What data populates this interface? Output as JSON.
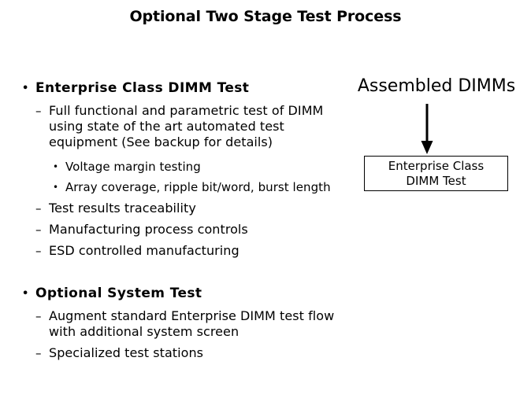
{
  "slide": {
    "title": "Optional Two Stage Test Process",
    "background_color": "#ffffff",
    "text_color": "#000000"
  },
  "bullets": {
    "markers": {
      "level1": "•",
      "level2": "–",
      "level3": "•"
    },
    "items": [
      {
        "level": 1,
        "text": "Enterprise Class DIMM Test"
      },
      {
        "level": 2,
        "text": "Full functional and parametric test of DIMM using state of the art automated test equipment (See backup for details)"
      },
      {
        "level": 3,
        "text": "Voltage margin testing"
      },
      {
        "level": 3,
        "text": "Array coverage, ripple bit/word, burst length"
      },
      {
        "level": 2,
        "text": "Test results traceability"
      },
      {
        "level": 2,
        "text": "Manufacturing process controls"
      },
      {
        "level": 2,
        "text": "ESD controlled manufacturing"
      },
      {
        "level": 1,
        "text": "Optional System Test"
      },
      {
        "level": 2,
        "text": "Augment standard Enterprise DIMM test flow with additional system screen"
      },
      {
        "level": 2,
        "text": "Specialized test stations"
      }
    ]
  },
  "diagram": {
    "heading": "Assembled DIMMs",
    "arrow": "down-arrow",
    "process_box": {
      "line1": "Enterprise Class",
      "line2": "DIMM Test",
      "label": "Enterprise Class\nDIMM Test",
      "border_color": "#000000"
    }
  }
}
